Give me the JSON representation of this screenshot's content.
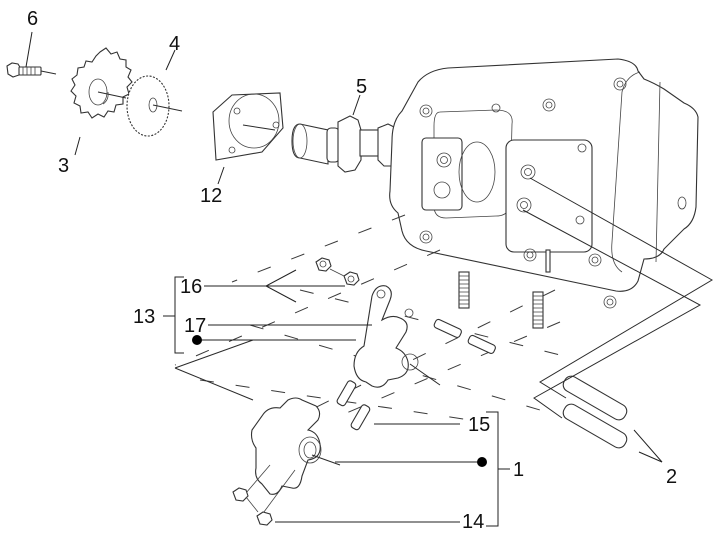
{
  "diagram": {
    "title": "Cylinder head / camshaft / rocker arm exploded view",
    "callouts": [
      {
        "id": "1",
        "label": "1"
      },
      {
        "id": "2",
        "label": "2"
      },
      {
        "id": "3",
        "label": "3"
      },
      {
        "id": "4",
        "label": "4"
      },
      {
        "id": "5",
        "label": "5"
      },
      {
        "id": "6",
        "label": "6"
      },
      {
        "id": "12",
        "label": "12"
      },
      {
        "id": "13",
        "label": "13"
      },
      {
        "id": "14",
        "label": "14"
      },
      {
        "id": "15",
        "label": "15"
      },
      {
        "id": "16",
        "label": "16"
      },
      {
        "id": "17",
        "label": "17"
      }
    ],
    "parts": [
      {
        "ref": "6",
        "name": "bolt"
      },
      {
        "ref": "3",
        "name": "sprocket"
      },
      {
        "ref": "4",
        "name": "chain wheel"
      },
      {
        "ref": "12",
        "name": "camshaft retaining plate"
      },
      {
        "ref": "5",
        "name": "camshaft"
      },
      {
        "ref": "13",
        "name": "rocker arm kit"
      },
      {
        "ref": "16",
        "name": "nut"
      },
      {
        "ref": "17",
        "name": "rocker arm"
      },
      {
        "ref": "1",
        "name": "rocker arm assembly"
      },
      {
        "ref": "15",
        "name": "adjusting screw"
      },
      {
        "ref": "14",
        "name": "lock nut"
      },
      {
        "ref": "2",
        "name": "rocker arm pin"
      }
    ],
    "colors": {
      "line": "#2b2b2b",
      "background": "#ffffff",
      "dot": "#000000"
    }
  }
}
